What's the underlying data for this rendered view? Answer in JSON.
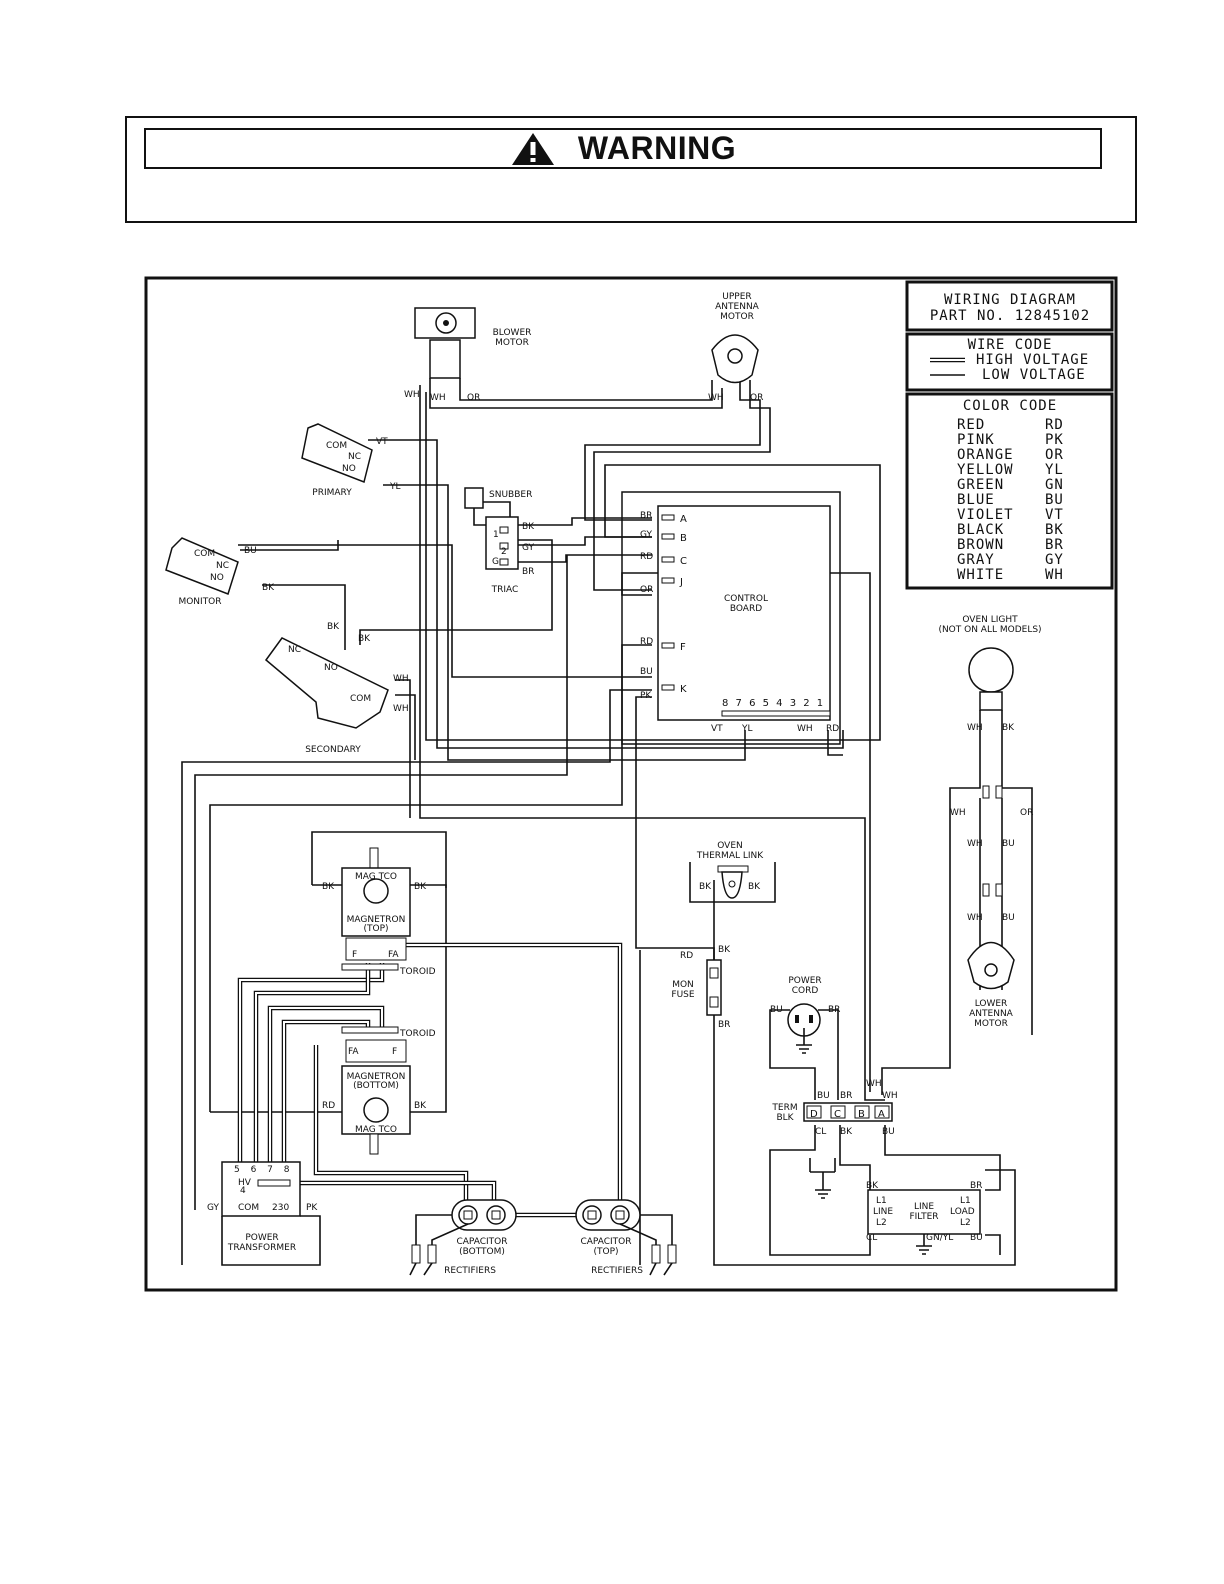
{
  "warning": {
    "title": "WARNING"
  },
  "title_box": {
    "line1": "WIRING DIAGRAM",
    "line2": "PART NO. 12845102"
  },
  "wire_code": {
    "title": "WIRE CODE",
    "high": "HIGH VOLTAGE",
    "low": "LOW VOLTAGE"
  },
  "color_code": {
    "title": "COLOR CODE",
    "rows": [
      {
        "name": "RED",
        "code": "RD"
      },
      {
        "name": "PINK",
        "code": "PK"
      },
      {
        "name": "ORANGE",
        "code": "OR"
      },
      {
        "name": "YELLOW",
        "code": "YL"
      },
      {
        "name": "GREEN",
        "code": "GN"
      },
      {
        "name": "BLUE",
        "code": "BU"
      },
      {
        "name": "VIOLET",
        "code": "VT"
      },
      {
        "name": "BLACK",
        "code": "BK"
      },
      {
        "name": "BROWN",
        "code": "BR"
      },
      {
        "name": "GRAY",
        "code": "GY"
      },
      {
        "name": "WHITE",
        "code": "WH"
      }
    ]
  },
  "components": {
    "blower_motor": [
      "BLOWER",
      "MOTOR"
    ],
    "upper_antenna_motor": [
      "UPPER",
      "ANTENNA",
      "MOTOR"
    ],
    "primary": "PRIMARY",
    "monitor": "MONITOR",
    "secondary": "SECONDARY",
    "snubber": "SNUBBER",
    "triac": "TRIAC",
    "control_board": [
      "CONTROL",
      "BOARD"
    ],
    "oven_light": [
      "OVEN LIGHT",
      "(NOT ON ALL MODELS)"
    ],
    "lower_antenna_motor": [
      "LOWER",
      "ANTENNA",
      "MOTOR"
    ],
    "oven_thermal_link": [
      "OVEN",
      "THERMAL LINK"
    ],
    "mon_fuse": [
      "MON",
      "FUSE"
    ],
    "power_cord": [
      "POWER",
      "CORD"
    ],
    "term_blk": [
      "TERM",
      "BLK"
    ],
    "line_filter": [
      "LINE",
      "FILTER"
    ],
    "magnetron_top": [
      "MAG TCO",
      "MAGNETRON",
      "(TOP)"
    ],
    "magnetron_bottom": [
      "MAGNETRON",
      "(BOTTOM)",
      "MAG TCO"
    ],
    "toroid": "TOROID",
    "power_transformer": [
      "POWER",
      "TRANSFORMER"
    ],
    "capacitor_bottom": [
      "CAPACITOR",
      "(BOTTOM)"
    ],
    "capacitor_top": [
      "CAPACITOR",
      "(TOP)"
    ],
    "rectifiers": "RECTIFIERS"
  },
  "switch_terms": {
    "com": "COM",
    "nc": "NC",
    "no": "NO"
  },
  "board_pins": [
    "A",
    "B",
    "C",
    "J",
    "F",
    "K"
  ],
  "board_pin_wires": [
    "BR",
    "GY",
    "RD",
    "OR",
    "RD",
    "BU",
    "PK"
  ],
  "board_bottom_pins": "8 7 6 5 4 3 2 1",
  "board_bottom_wires": [
    "VT",
    "YL",
    "WH",
    "RD"
  ],
  "term_blk_pins": [
    "D",
    "C",
    "B",
    "A"
  ],
  "transformer_pins": {
    "top": "5 6 7 8",
    "hv": "HV",
    "hv4": "4",
    "com": "COM",
    "v230": "230"
  },
  "line_filter_terms": {
    "l1": "L1",
    "l2": "L2",
    "line": "LINE",
    "load": "LOAD"
  },
  "triac_pins": {
    "p1": "1",
    "p2": "2",
    "g": "G"
  },
  "mag_terms": {
    "f": "F",
    "fa": "FA"
  },
  "wire_labels": {
    "wh": "WH",
    "or": "OR",
    "vt": "VT",
    "yl": "YL",
    "bu": "BU",
    "bk": "BK",
    "gy": "GY",
    "br": "BR",
    "rd": "RD",
    "pk": "PK",
    "cl": "CL",
    "gnyl": "GN/YL"
  }
}
